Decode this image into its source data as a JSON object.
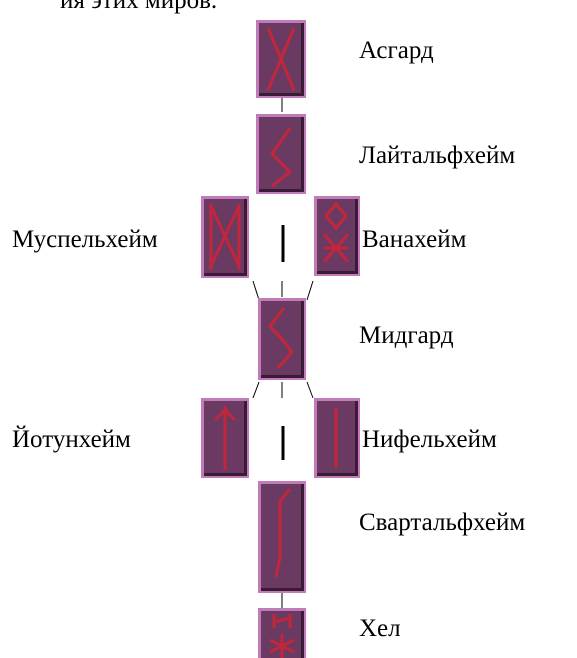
{
  "header_text": "ия этих миров.",
  "worlds": [
    {
      "key": "asgard",
      "label": "Асгард"
    },
    {
      "key": "lightalfheim",
      "label": "Лайтальфхейм"
    },
    {
      "key": "muspelheim",
      "label": "Муспельхейм"
    },
    {
      "key": "vanaheim",
      "label": "Ванахейм"
    },
    {
      "key": "midgard",
      "label": "Мидгард"
    },
    {
      "key": "jotunheim",
      "label": "Йотунхейм"
    },
    {
      "key": "niflheim",
      "label": "Нифельхейм"
    },
    {
      "key": "svartalfheim",
      "label": "Свартальфхейм"
    },
    {
      "key": "hel",
      "label": "Хел"
    }
  ],
  "colors": {
    "tile_fill": "#6b3a63",
    "tile_light": "#c07bb8",
    "tile_dark": "#3a1a36",
    "rune_stroke": "#c2263a"
  },
  "icons": {
    "asgard": "gebo-rune-icon",
    "lightalfheim": "sowilo-rune-icon",
    "muspelheim": "mannaz-rune-icon",
    "vanaheim": "ingwaz-othala-rune-icon",
    "midgard": "jera-rune-icon",
    "jotunheim": "tiwaz-rune-icon",
    "niflheim": "isa-rune-icon",
    "svartalfheim": "eihwaz-rune-icon",
    "hel": "hagalaz-rune-icon"
  }
}
